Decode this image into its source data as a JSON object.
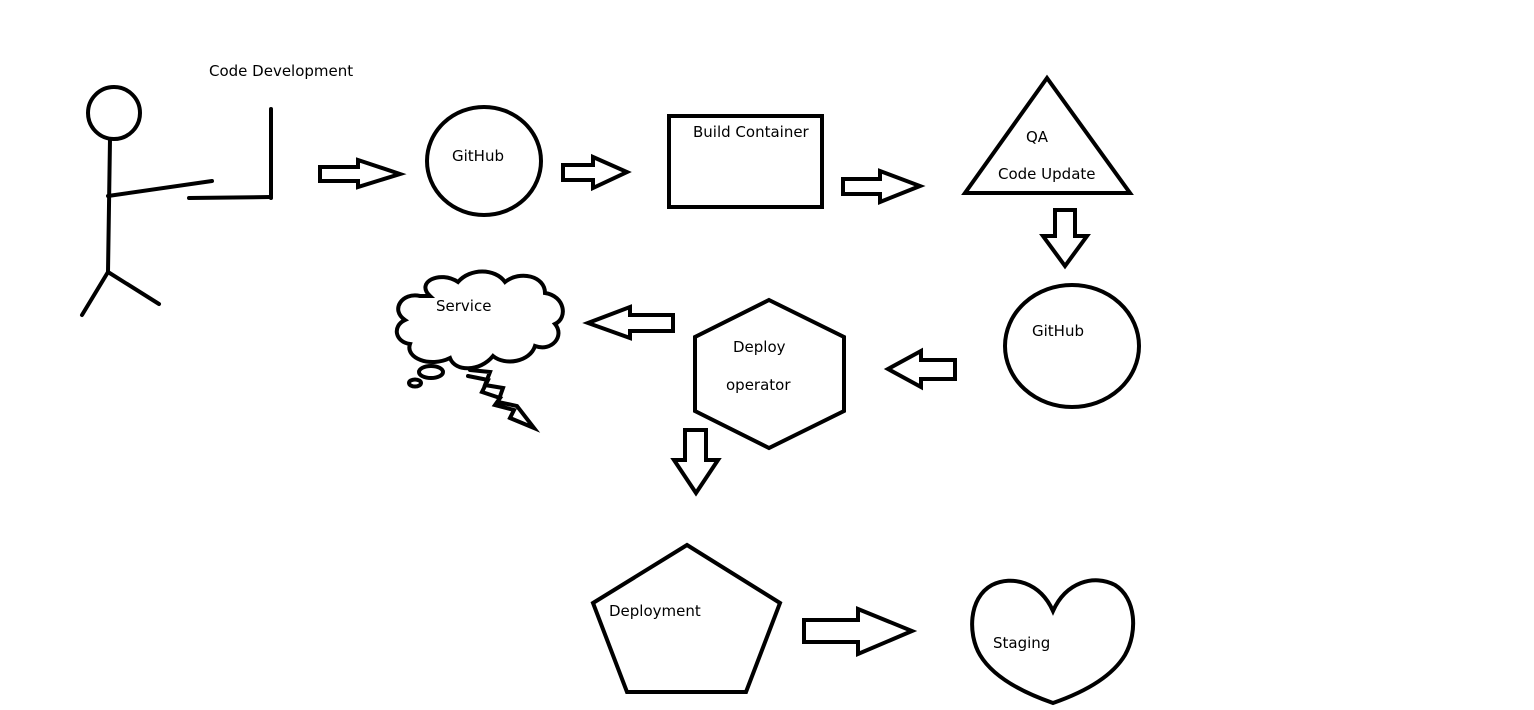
{
  "diagram": {
    "developer_label": "Code Development",
    "github_1": "GitHub",
    "build_container": "Build Container",
    "qa_title": "QA",
    "qa_subtitle": "Code Update",
    "github_2": "GitHub",
    "deploy_line1": "Deploy",
    "deploy_line2": "operator",
    "service": "Service",
    "deployment": "Deployment",
    "staging": "Staging"
  },
  "colors": {
    "stroke": "#000000",
    "background": "#ffffff"
  }
}
